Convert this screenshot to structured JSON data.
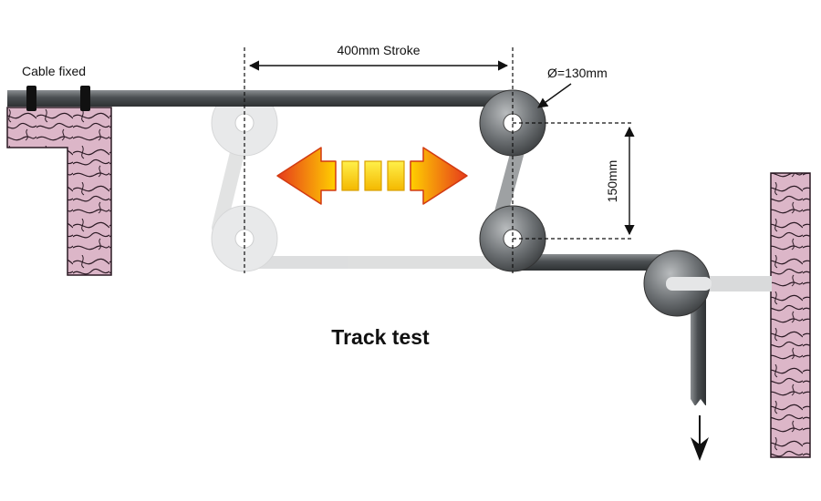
{
  "labels": {
    "cable_fixed": "Cable fixed",
    "stroke": "400mm Stroke",
    "diameter": "Ø=130mm",
    "vertical_distance": "150mm",
    "title": "Track test"
  },
  "colors": {
    "cable_dark": "#555a5e",
    "cable_faded": "#c8cacc",
    "pulley_dark": "#6e7275",
    "pulley_faded": "#e3e4e5",
    "block_fill": "#dcb6c8",
    "block_line": "#2b1a24",
    "arrow_inner": "#ffe800",
    "arrow_outer": "#e8401c",
    "dimension_line": "#111111"
  },
  "icons": [
    "double-headed-motion-arrow",
    "downward-arrow"
  ]
}
